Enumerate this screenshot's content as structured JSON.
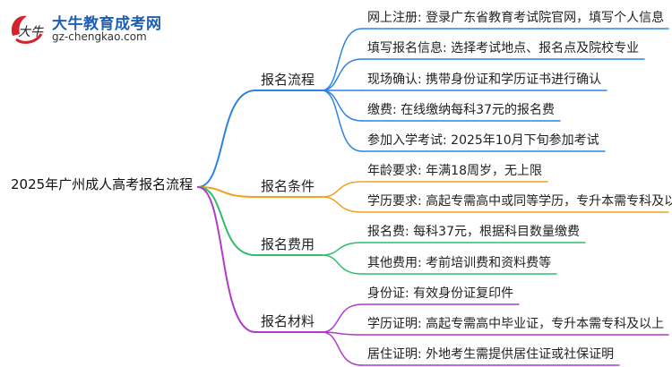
{
  "logo": {
    "title": "大牛教育成考网",
    "url": "gz-chengkao.com",
    "mark_text": "大牛"
  },
  "colors": {
    "blue": "#2f83e0",
    "orange": "#f0a11e",
    "green": "#2fbd6a",
    "purple": "#b03cc9",
    "red_accent": "#d4232a"
  },
  "root": "2025年广州成人高考报名流程",
  "branches": [
    {
      "label": "报名流程",
      "color": "blue",
      "leaves": [
        "网上注册: 登录广东省教育考试院官网，填写个人信息",
        "填写报名信息: 选择考试地点、报名点及院校专业",
        "现场确认: 携带身份证和学历证书进行确认",
        "缴费: 在线缴纳每科37元的报名费",
        "参加入学考试: 2025年10月下旬参加考试"
      ]
    },
    {
      "label": "报名条件",
      "color": "orange",
      "leaves": [
        "年龄要求: 年满18周岁，无上限",
        "学历要求: 高起专需高中或同等学历，专升本需专科及以上"
      ]
    },
    {
      "label": "报名费用",
      "color": "green",
      "leaves": [
        "报名费: 每科37元，根据科目数量缴费",
        "其他费用: 考前培训费和资料费等"
      ]
    },
    {
      "label": "报名材料",
      "color": "purple",
      "leaves": [
        "身份证: 有效身份证复印件",
        "学历证明: 高起专需高中毕业证，专升本需专科及以上",
        "居住证明: 外地考生需提供居住证或社保证明"
      ]
    }
  ]
}
